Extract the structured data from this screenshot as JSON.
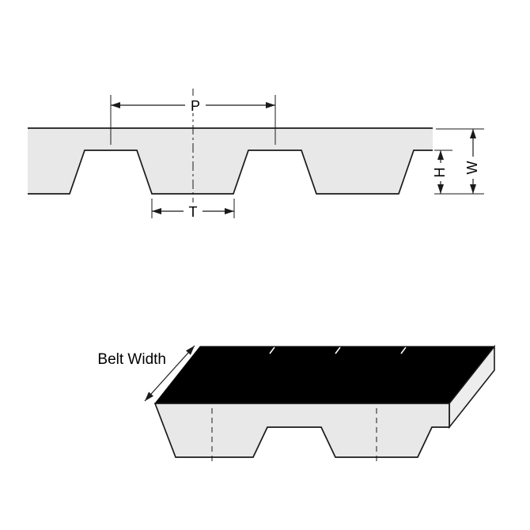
{
  "diagram": {
    "labels": {
      "pitch": "P",
      "tooth_width": "T",
      "tooth_height": "H",
      "belt_thickness": "W",
      "belt_width": "Belt Width"
    },
    "colors": {
      "line": "#1a1a1a",
      "belt_fill": "#e8e8e8",
      "top_surface": "#000000",
      "background": "#ffffff"
    }
  }
}
